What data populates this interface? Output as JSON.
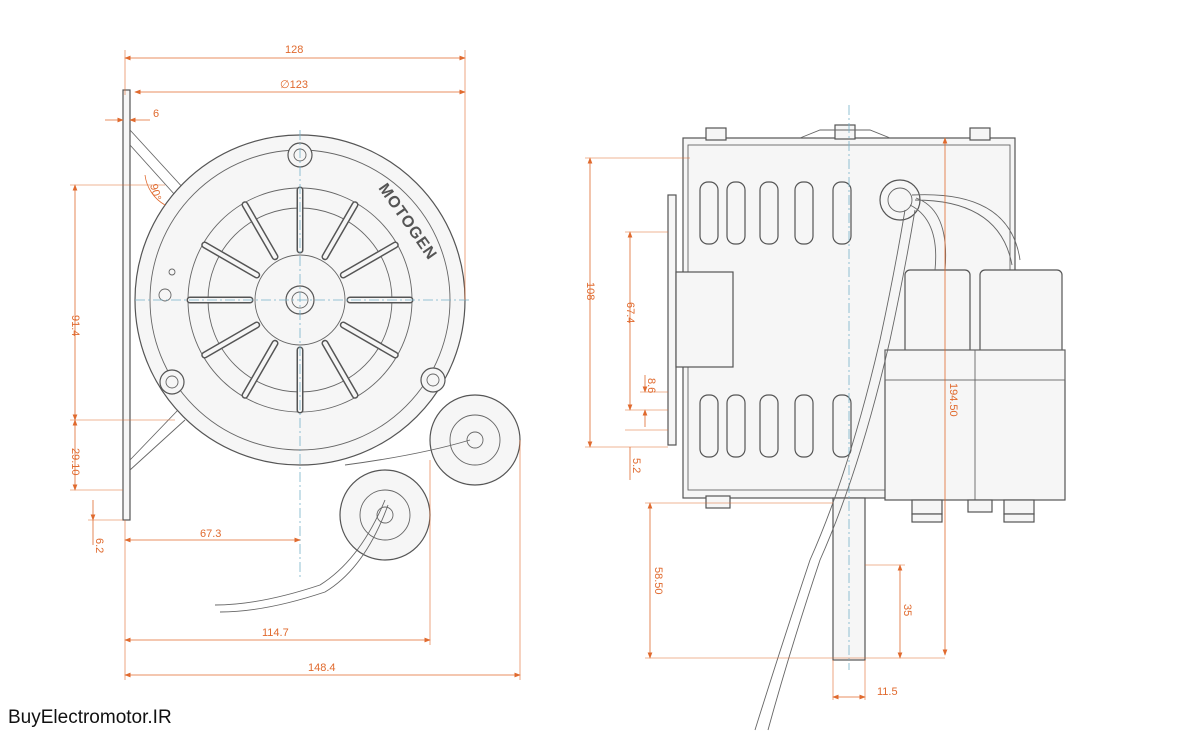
{
  "watermark": "BuyElectromotor.IR",
  "brand_mark": "MOTOGEN",
  "front_view": {
    "dims": {
      "overall_width_top": "128",
      "diameter": "∅123",
      "flange": "6",
      "angle": "90°",
      "height_left": "91.4",
      "lower_offset": "29.10",
      "bottom_offset": "6.2",
      "shaft_offset": "67.3",
      "width_mid": "114.7",
      "overall_width_bottom": "148.4"
    }
  },
  "side_view": {
    "dims": {
      "height_outer": "108",
      "slot_span": "67.4",
      "slot_small": "8.6",
      "base_gap": "5.2",
      "capacitor_height": "194.50",
      "shaft_length": "58.50",
      "shaft_exposed": "35",
      "shaft_diameter": "11.5"
    }
  },
  "colors": {
    "dimension": "#e06a2e",
    "outline": "#555555",
    "centerline": "#77b2c9"
  }
}
